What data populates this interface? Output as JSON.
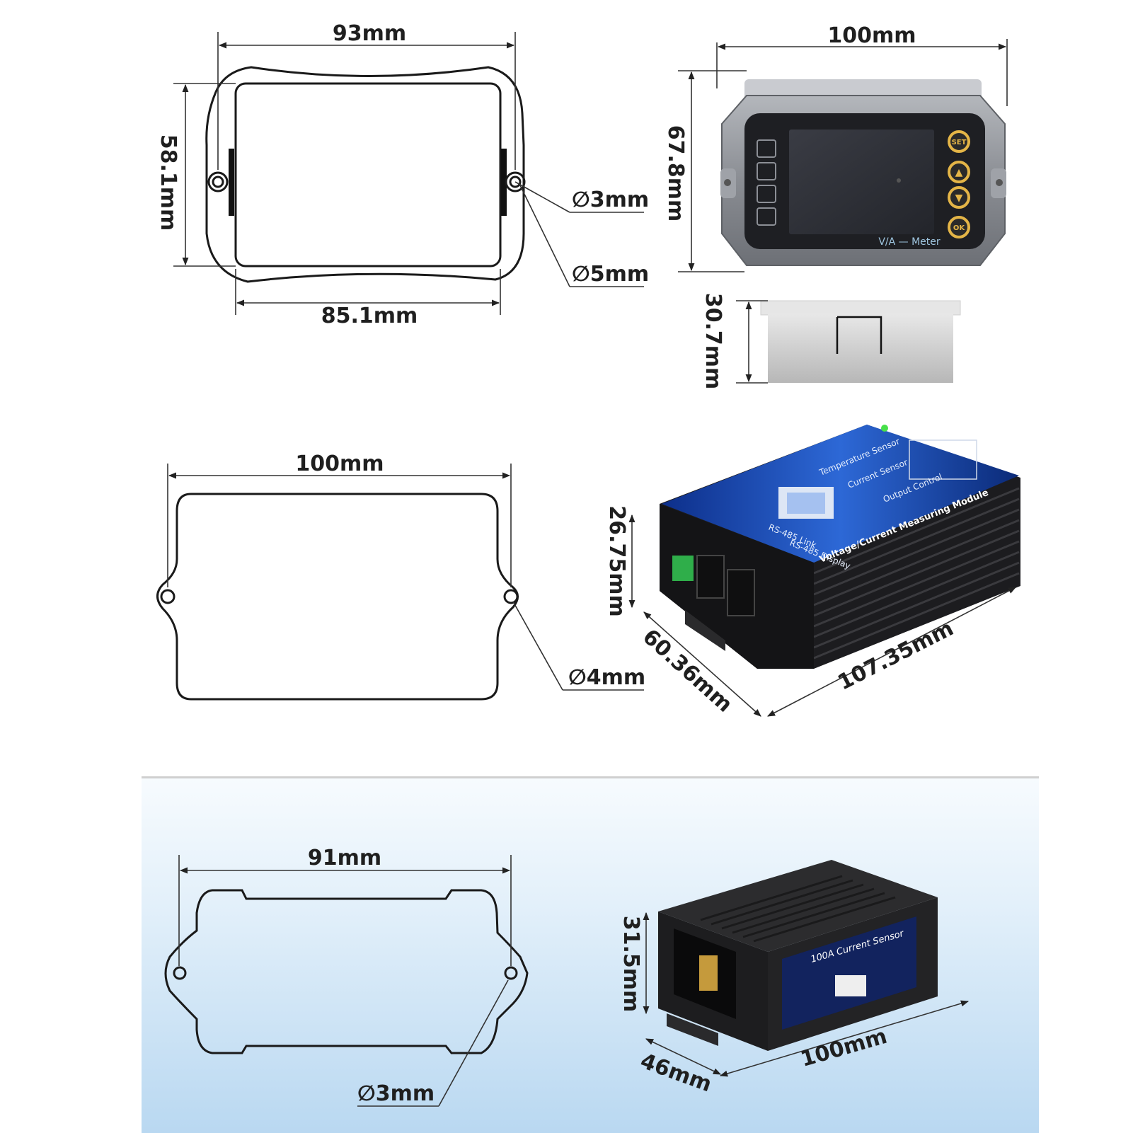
{
  "meter_outline": {
    "width_outer": "93mm",
    "height": "58.1mm",
    "width_inner": "85.1mm",
    "hole_small": "∅3mm",
    "hole_large": "∅5mm"
  },
  "meter_photo": {
    "width": "100mm",
    "height": "67.8mm",
    "depth": "30.7mm",
    "screen_brand": "V/A — Meter",
    "buttons": [
      "SET",
      "▲",
      "▼",
      "OK"
    ]
  },
  "module_outline": {
    "width": "100mm",
    "hole": "∅4mm"
  },
  "module_photo": {
    "height": "26.75mm",
    "depth": "60.36mm",
    "length": "107.35mm",
    "label_title": "Voltage/Current Measuring Module",
    "label_terminals": [
      "Temperature Sensor",
      "Current Sensor",
      "Output Control",
      "RS-485 Link",
      "RS-485 Display"
    ]
  },
  "sensor_outline": {
    "width": "91mm",
    "hole": "∅3mm"
  },
  "sensor_photo": {
    "height": "31.5mm",
    "depth": "46mm",
    "length": "100mm",
    "label_title": "100A Current Sensor"
  },
  "colors": {
    "line": "#1a1a1a",
    "meter_body": "#8a8d93",
    "module_body": "#1c1c1f",
    "module_label": "#1b3fa8",
    "sensor_body": "#232325",
    "gold_button": "#e4b547",
    "gradient_bottom": "#b9d8f1"
  }
}
